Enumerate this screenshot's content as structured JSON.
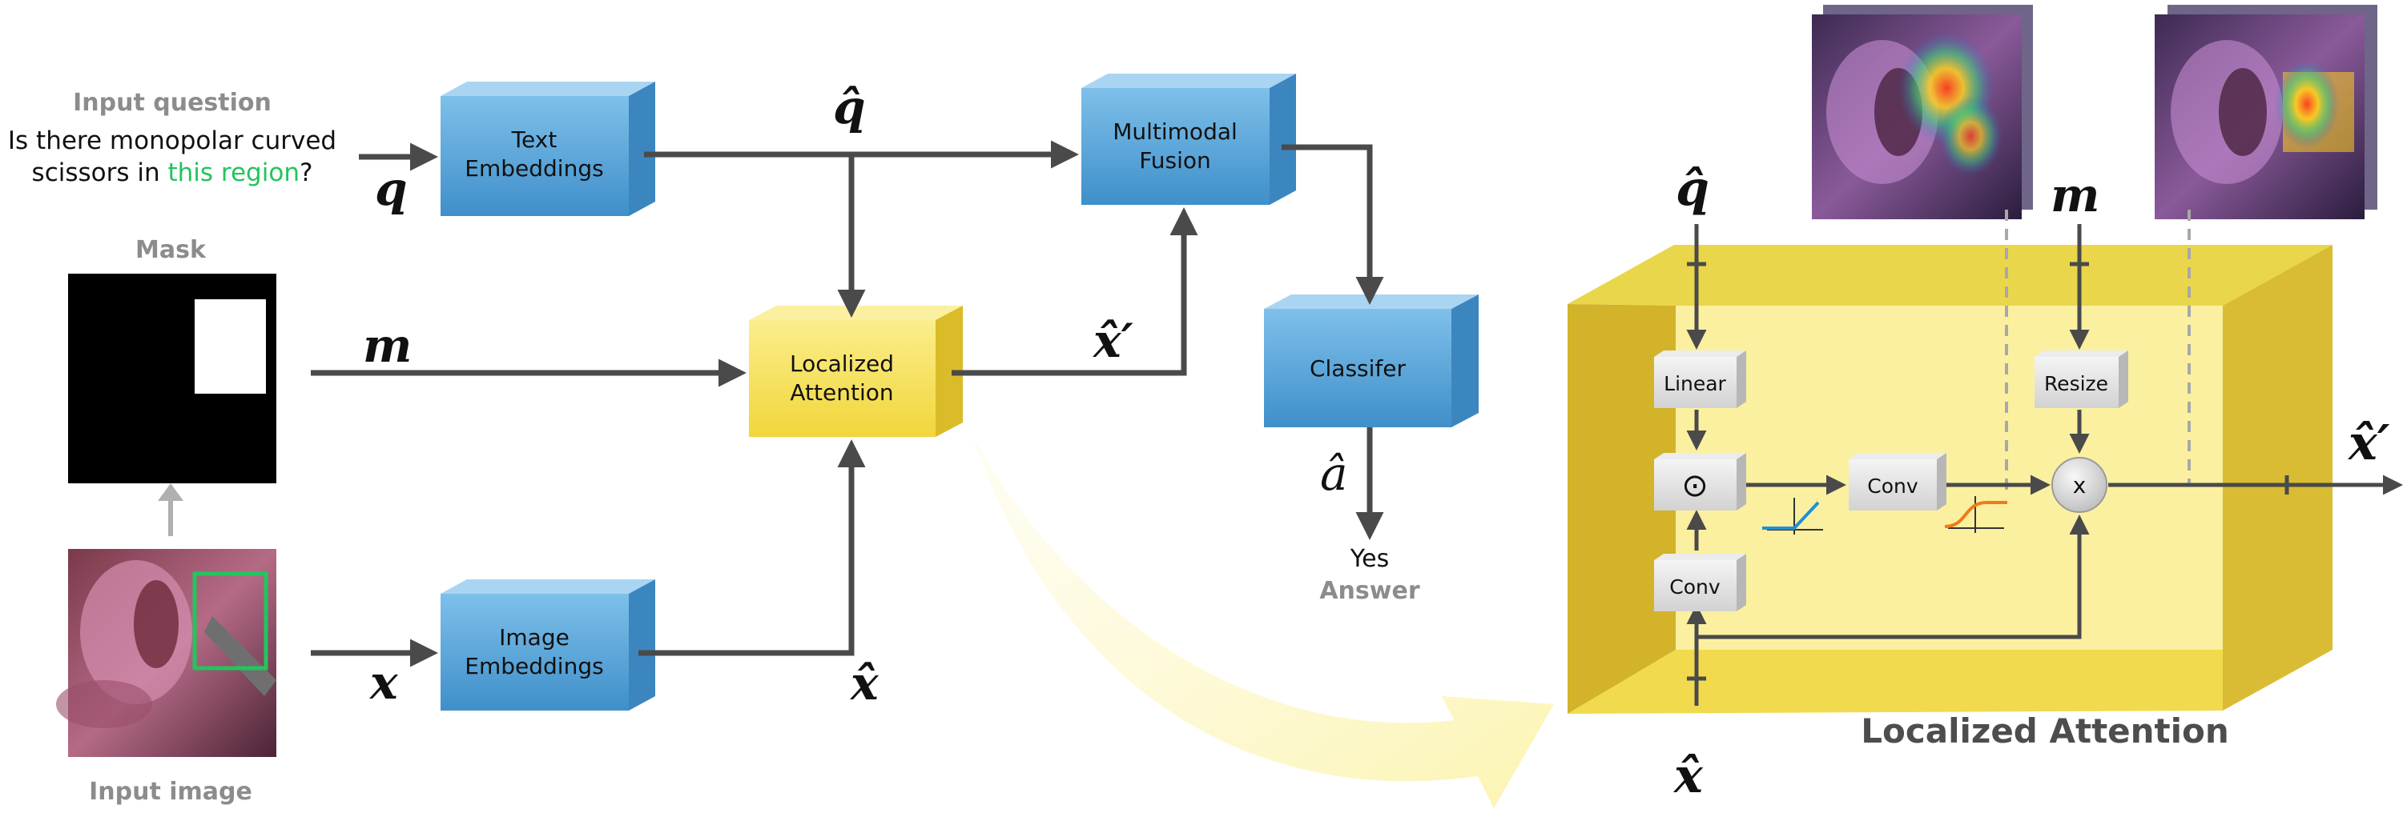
{
  "input": {
    "question_heading": "Input question",
    "question_line1": "Is there monopolar curved",
    "question_line2_pre": "scissors in ",
    "question_highlight": "this region",
    "question_line2_post": "?",
    "mask_label": "Mask",
    "image_label": "Input image"
  },
  "symbols": {
    "q": "q",
    "q_hat": "q̂",
    "m": "m",
    "x": "x",
    "x_hat": "x̂",
    "x_hat_prime": "x̂′",
    "a_hat": "â"
  },
  "blocks": {
    "text_embeddings": [
      "Text",
      "Embeddings"
    ],
    "image_embeddings": [
      "Image",
      "Embeddings"
    ],
    "localized_attention": [
      "Localized",
      "Attention"
    ],
    "multimodal_fusion": [
      "Multimodal",
      "Fusion"
    ],
    "classifier": [
      "Classifer"
    ]
  },
  "output": {
    "answer_value": "Yes",
    "answer_label": "Answer"
  },
  "detail": {
    "title": "Localized Attention",
    "linear": "Linear",
    "conv_top": "Conv",
    "conv_bottom": "Conv",
    "resize": "Resize",
    "hadamard": "⊙",
    "multiply": "x"
  },
  "colors": {
    "blue_front": "#5aa5d8",
    "yellow_front": "#f6e160",
    "highlight_green": "#22c55e",
    "arrow_gray": "#4a4a4a",
    "label_gray": "#8c8c8c"
  }
}
